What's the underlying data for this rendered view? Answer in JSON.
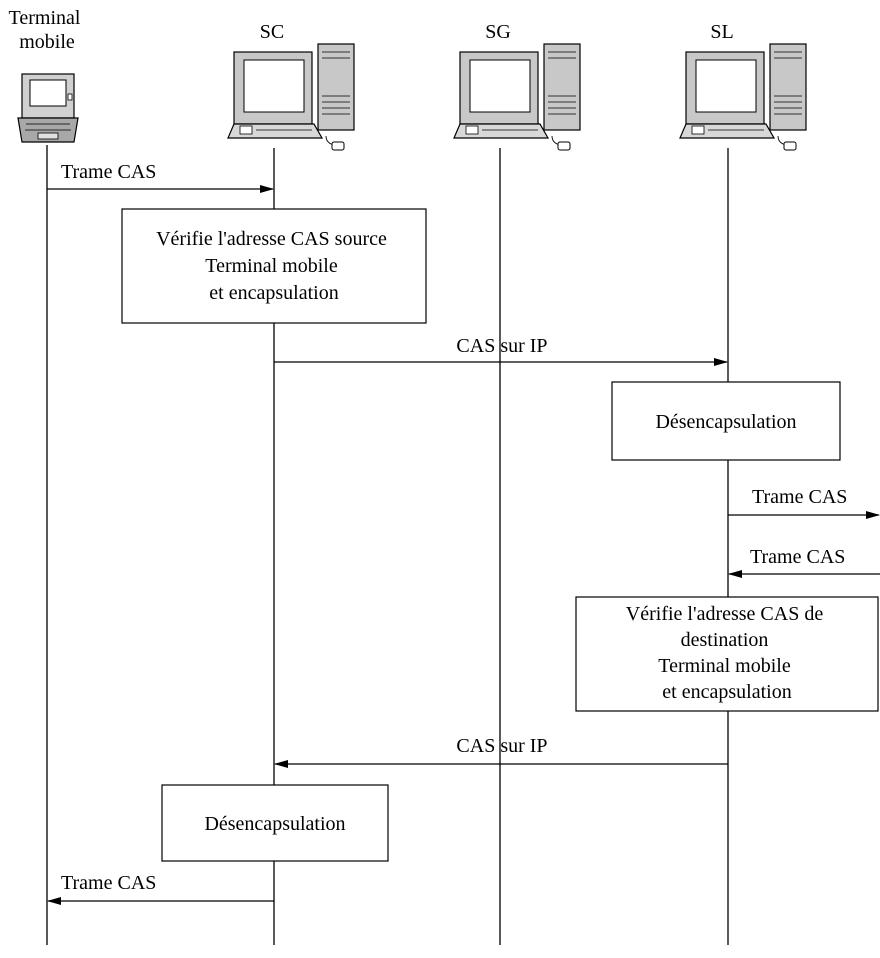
{
  "participants": [
    {
      "id": "tm",
      "label_lines": [
        "Terminal",
        "mobile"
      ],
      "icon": "laptop-icon"
    },
    {
      "id": "sc",
      "label_lines": [
        "SC"
      ],
      "icon": "desktop-computer-icon"
    },
    {
      "id": "sg",
      "label_lines": [
        "SG"
      ],
      "icon": "desktop-computer-icon"
    },
    {
      "id": "sl",
      "label_lines": [
        "SL"
      ],
      "icon": "desktop-computer-icon"
    }
  ],
  "messages": [
    {
      "from": "tm",
      "to": "sc",
      "label": "Trame CAS"
    },
    {
      "from": "sc",
      "to": "sl",
      "label": "CAS sur IP"
    },
    {
      "from": "sl",
      "to": "right",
      "label": "Trame CAS"
    },
    {
      "from": "right",
      "to": "sl",
      "label": "Trame CAS"
    },
    {
      "from": "sl",
      "to": "sc",
      "label": "CAS sur IP"
    },
    {
      "from": "sc",
      "to": "tm",
      "label": "Trame CAS"
    }
  ],
  "boxes": [
    {
      "on": "sc",
      "lines": [
        "Vérifie l'adresse CAS source",
        "Terminal mobile",
        "et encapsulation"
      ]
    },
    {
      "on": "sl",
      "lines": [
        "Désencapsulation"
      ]
    },
    {
      "on": "sl",
      "lines": [
        "Vérifie l'adresse CAS de",
        "destination",
        "Terminal mobile",
        "et encapsulation"
      ]
    },
    {
      "on": "sc",
      "lines": [
        "Désencapsulation"
      ]
    }
  ]
}
